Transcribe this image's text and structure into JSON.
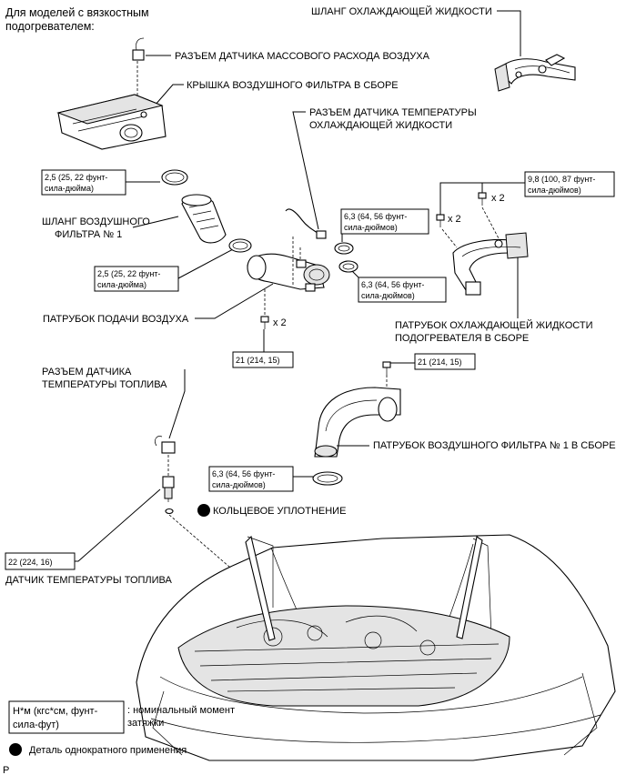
{
  "header": {
    "line1": "Для моделей с вязкостным",
    "line2": "подогревателем:"
  },
  "labels": {
    "coolant_hose": "ШЛАНГ ОХЛАЖДАЮЩЕЙ ЖИДКОСТИ",
    "maf_connector": "РАЗЪЕМ ДАТЧИКА МАССОВОГО РАСХОДА ВОЗДУХА",
    "air_filter_cover": "КРЫШКА ВОЗДУШНОГО ФИЛЬТРА В СБОРЕ",
    "coolant_temp_connector_1": "РАЗЪЕМ ДАТЧИКА ТЕМПЕРАТУРЫ",
    "coolant_temp_connector_2": "ОХЛАЖДАЮЩЕЙ ЖИДКОСТИ",
    "air_filter_hose_1": "ШЛАНГ ВОЗДУШНОГО",
    "air_filter_hose_2": "ФИЛЬТРА № 1",
    "intake_pipe": "ПАТРУБОК ПОДАЧИ ВОЗДУХА",
    "heater_pipe_1": "ПАТРУБОК ОХЛАЖДАЮЩЕЙ ЖИДКОСТИ",
    "heater_pipe_2": "ПОДОГРЕВАТЕЛЯ В СБОРЕ",
    "fuel_temp_connector_1": "РАЗЪЕМ ДАТЧИКА",
    "fuel_temp_connector_2": "ТЕМПЕРАТУРЫ ТОПЛИВА",
    "air_filter_pipe_assy": "ПАТРУБОК ВОЗДУШНОГО ФИЛЬТРА № 1 В СБОРЕ",
    "o_ring": "КОЛЬЦЕВОЕ УПЛОТНЕНИЕ",
    "fuel_temp_sensor": "ДАТЧИК ТЕМПЕРАТУРЫ ТОПЛИВА"
  },
  "torques": {
    "clamp_a_1": "2,5 (25, 22 фунт-",
    "clamp_a_2": "сила-дюйма)",
    "clamp_b_1": "2,5 (25, 22 фунт-",
    "clamp_b_2": "сила-дюйма)",
    "clamp_c_1": "6,3 (64, 56 фунт-",
    "clamp_c_2": "сила-дюймов)",
    "clamp_d_1": "6,3 (64, 56 фунт-",
    "clamp_d_2": "сила-дюймов)",
    "heater_bolt_1": "9,8 (100, 87 фунт-",
    "heater_bolt_2": "сила-дюймов)",
    "intake_bolt": "21 (214, 15)",
    "filter_pipe_bolt": "21 (214, 15)",
    "clamp_e_1": "6,3 (64, 56 фунт-",
    "clamp_e_2": "сила-дюймов)",
    "fuel_sensor": "22 (224, 16)"
  },
  "multipliers": {
    "heater_bolt_a": "x 2",
    "heater_bolt_b": "x 2",
    "intake_bolt": "x 2"
  },
  "legend": {
    "box_line1": "Н*м (кгс*см, фунт-",
    "box_line2": "сила-фут)",
    "box_desc_1": ": номинальный момент",
    "box_desc_2": "затяжки",
    "non_reusable": "Деталь однократного применения"
  },
  "corner_code": "P"
}
